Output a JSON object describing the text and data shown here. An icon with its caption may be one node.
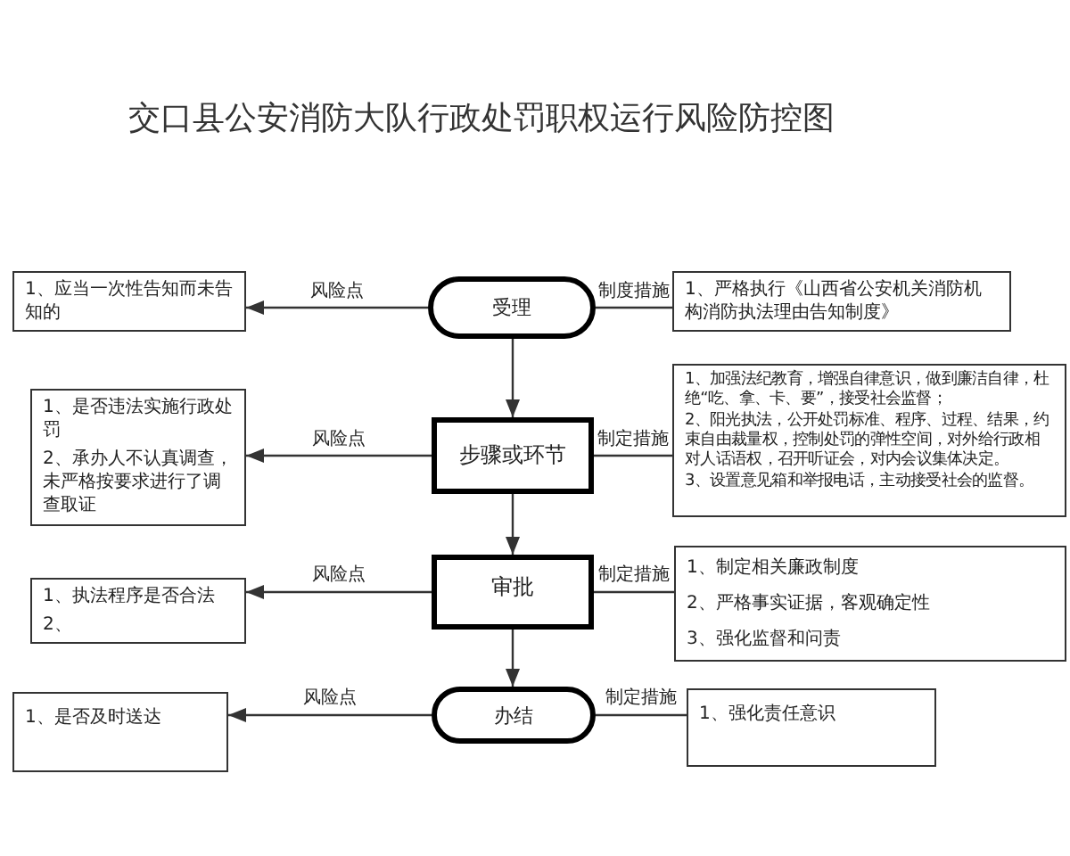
{
  "diagram": {
    "title": "交口县公安消防大队行政处罚职权运行风险防控图",
    "nodes": [
      {
        "text": [
          "1、应当一次性告知而未告知的"
        ]
      },
      {
        "text": [
          "受理"
        ]
      },
      {
        "text": [
          "1、严格执行《山西省公安机关消防机构消防执法理由告知制度》"
        ]
      },
      {
        "text": [
          "1、是否违法实施行政处罚",
          "2、承办人不认真调查，未严格按要求进行了调查取证"
        ]
      },
      {
        "text": [
          "步骤或环节"
        ]
      },
      {
        "text": [
          "1、加强法纪教育，增强自律意识，做到廉洁自律，杜绝“吃、拿、卡、要”，接受社会监督；",
          "2、阳光执法，公开处罚标准、程序、过程、结果，约束自由裁量权，控制处罚的弹性空间，对外给行政相对人话语权，召开听证会，对内会议集体决定。",
          "3、设置意见箱和举报电话，主动接受社会的监督。"
        ]
      },
      {
        "text": [
          "1、执法程序是否合法",
          "2、"
        ]
      },
      {
        "text": [
          "审批"
        ]
      },
      {
        "text": [
          "1、制定相关廉政制度",
          "2、严格事实证据，客观确定性",
          "3、强化监督和问责"
        ]
      },
      {
        "text": [
          "1、是否及时送达"
        ]
      },
      {
        "text": [
          "办结"
        ]
      },
      {
        "text": [
          "1、强化责任意识"
        ]
      }
    ],
    "edges": [
      {
        "from": 1,
        "to": 0,
        "arrow": "to",
        "label": "风险点"
      },
      {
        "from": 2,
        "to": 1,
        "arrow": "none",
        "label": "制度措施"
      },
      {
        "from": 1,
        "to": 4,
        "arrow": "to"
      },
      {
        "from": 4,
        "to": 3,
        "arrow": "to",
        "label": "风险点"
      },
      {
        "from": 5,
        "to": 4,
        "arrow": "none",
        "label": "制定措施"
      },
      {
        "from": 4,
        "to": 7,
        "arrow": "to"
      },
      {
        "from": 7,
        "to": 6,
        "arrow": "to",
        "label": "风险点"
      },
      {
        "from": 8,
        "to": 7,
        "arrow": "none",
        "label": "制定措施"
      },
      {
        "from": 7,
        "to": 10,
        "arrow": "to"
      },
      {
        "from": 10,
        "to": 9,
        "arrow": "to",
        "label": "风险点"
      },
      {
        "from": 11,
        "to": 10,
        "arrow": "none",
        "label": "制定措施"
      }
    ]
  }
}
